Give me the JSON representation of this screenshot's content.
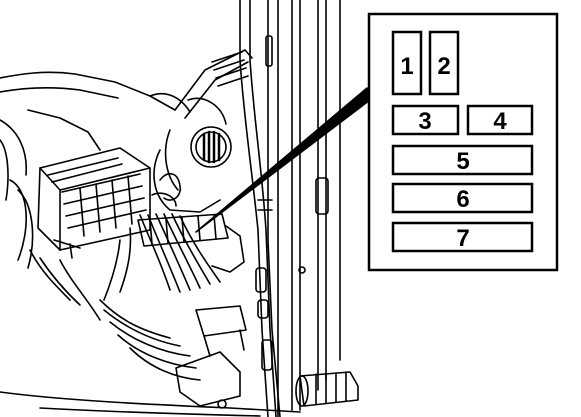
{
  "colors": {
    "line": "#000000",
    "background": "#ffffff",
    "panel_background": "#ffffff"
  },
  "inset": {
    "fuses": [
      {
        "label": "1"
      },
      {
        "label": "2"
      },
      {
        "label": "3"
      },
      {
        "label": "4"
      },
      {
        "label": "5"
      },
      {
        "label": "6"
      },
      {
        "label": "7"
      }
    ]
  }
}
